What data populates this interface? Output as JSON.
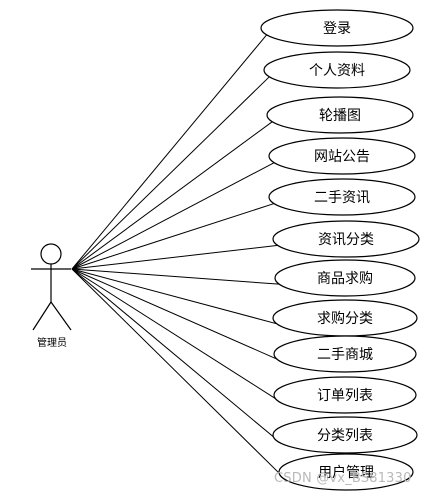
{
  "actor": {
    "label": "管理员"
  },
  "use_cases": [
    {
      "label": "登录"
    },
    {
      "label": "个人资料"
    },
    {
      "label": "轮播图"
    },
    {
      "label": "网站公告"
    },
    {
      "label": "二手资讯"
    },
    {
      "label": "资讯分类"
    },
    {
      "label": "商品求购"
    },
    {
      "label": "求购分类"
    },
    {
      "label": "二手商城"
    },
    {
      "label": "订单列表"
    },
    {
      "label": "分类列表"
    },
    {
      "label": "用户管理"
    }
  ],
  "watermark": "CSDN @vx_BS81330",
  "colors": {
    "stroke": "#000000",
    "background": "#ffffff",
    "watermark": "#b9b9b9"
  }
}
